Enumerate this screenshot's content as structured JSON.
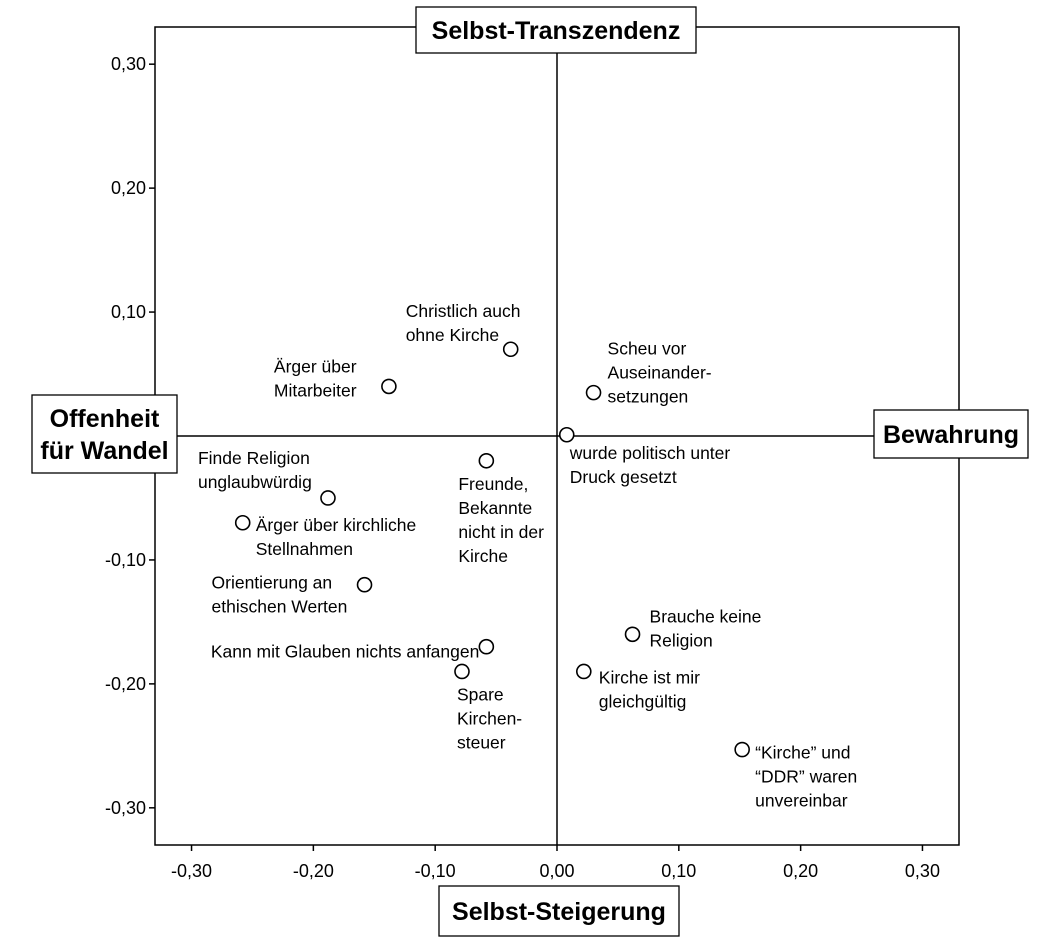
{
  "chart_data": {
    "type": "scatter",
    "xlim": [
      -0.33,
      0.33
    ],
    "ylim": [
      -0.33,
      0.33
    ],
    "x_ticks": [
      -0.3,
      -0.2,
      -0.1,
      0.0,
      0.1,
      0.2,
      0.3
    ],
    "y_ticks": [
      0.3,
      0.2,
      0.1,
      -0.1,
      -0.2,
      -0.3
    ],
    "x_tick_labels": [
      "-0,30",
      "-0,20",
      "-0,10",
      "0,00",
      "0,10",
      "0,20",
      "0,30"
    ],
    "y_tick_labels": [
      "0,30",
      "0,20",
      "0,10",
      "-0,10",
      "-0,20",
      "-0,30"
    ],
    "grid": false,
    "dimensions": {
      "top": "Selbst-Transzendenz",
      "bottom": "Selbst-Steigerung",
      "left": [
        "Offenheit",
        "für Wandel"
      ],
      "right": "Bewahrung"
    },
    "points": [
      {
        "label": [
          "Christlich auch",
          "ohne Kirche"
        ],
        "x": -0.038,
        "y": 0.07
      },
      {
        "label": [
          "Ärger über",
          "Mitarbeiter"
        ],
        "x": -0.138,
        "y": 0.04
      },
      {
        "label": [
          "Scheu vor",
          "Auseinander-",
          "setzungen"
        ],
        "x": 0.03,
        "y": 0.035
      },
      {
        "label": [
          "wurde politisch unter",
          "Druck gesetzt"
        ],
        "x": 0.008,
        "y": 0.001
      },
      {
        "label": [
          "Finde Religion",
          "unglaubwürdig"
        ],
        "x": -0.188,
        "y": -0.05
      },
      {
        "label": [
          "Freunde,",
          "Bekannte",
          "nicht in der",
          "Kirche"
        ],
        "x": -0.058,
        "y": -0.02
      },
      {
        "label": [
          "Ärger über kirchliche",
          "Stellnahmen"
        ],
        "x": -0.258,
        "y": -0.07
      },
      {
        "label": [
          "Orientierung an",
          "ethischen Werten"
        ],
        "x": -0.158,
        "y": -0.12
      },
      {
        "label": [
          "Kann mit Glauben nichts anfangen"
        ],
        "x": -0.058,
        "y": -0.17
      },
      {
        "label": [
          "Spare",
          "Kirchen-",
          "steuer"
        ],
        "x": -0.078,
        "y": -0.19
      },
      {
        "label": [
          "Brauche keine",
          "Religion"
        ],
        "x": 0.062,
        "y": -0.16
      },
      {
        "label": [
          "Kirche ist mir",
          "gleichgültig"
        ],
        "x": 0.022,
        "y": -0.19
      },
      {
        "label": [
          "“Kirche” und",
          "“DDR” waren",
          "unvereinbar"
        ],
        "x": 0.152,
        "y": -0.253
      }
    ]
  }
}
